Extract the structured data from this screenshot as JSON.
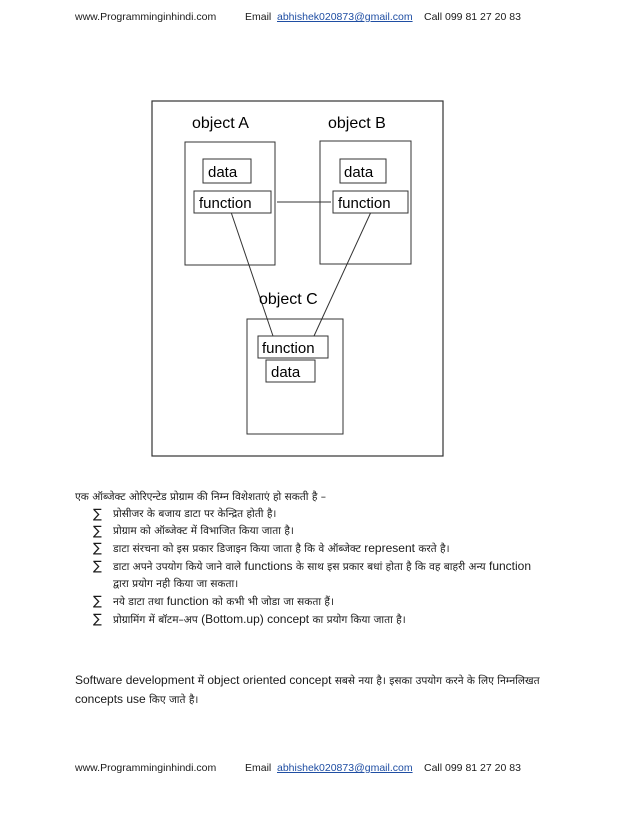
{
  "header": {
    "site": "www.Programminginhindi.com",
    "email_label": "Email",
    "email": "abhishek020873@gmail.com",
    "call": "Call  099 81 27 20 83"
  },
  "footer": {
    "site": "www.Programminginhindi.com",
    "email_label": "Email",
    "email": "abhishek020873@gmail.com",
    "call": "Call  099 81 27 20 83"
  },
  "diagram": {
    "object_a": {
      "title": "object A",
      "data": "data",
      "function": "function"
    },
    "object_b": {
      "title": "object B",
      "data": "data",
      "function": "function"
    },
    "object_c": {
      "title": "object C",
      "function": "function",
      "data": "data"
    }
  },
  "intro": "एक ऑब्जेक्ट ओरिएन्टेड प्रोग्राम की निम्न विशेशताएं हो सकती है –",
  "bullet_mark": "∑",
  "bullets": [
    {
      "text": "प्रोसीजर के बजाय डाटा पर केन्द्रित होती है।"
    },
    {
      "text": "प्रोग्राम को ऑब्जेक्ट में विभाजित किया जाता है।"
    },
    {
      "pre": "डाटा संरचना को इस प्रकार डिजाइन किया जाता है कि वे ऑब्जेक्ट",
      "en": "represent",
      "post": "करते है।"
    },
    {
      "pre": "डाटा अपने उपयोग किये जाने वाले",
      "en": "functions",
      "post": "के साथ इस प्रकार बधां होता है कि वह बाहरी अन्य",
      "en2": "function",
      "post2": "द्वारा  प्रयोग नही किया जा सकता।"
    },
    {
      "pre": "नये डाटा तथा",
      "en": "function",
      "post": "को कभी भी जोडा जा सकता हैं।"
    },
    {
      "pre": "प्रोग्रामिंग में बॉटम–अप",
      "en": "(Bottom.up) concept",
      "post": "का प्रयोग किया जाता है।"
    }
  ],
  "closing": {
    "en1": "Software development",
    "t1": "में",
    "en2": "object oriented concept",
    "t2": "सबसे नया है। इसका उपयोग करने के लिए निम्नलिखत",
    "en3": "concepts",
    "en4": "use",
    "t3": "किए जाते है।"
  }
}
